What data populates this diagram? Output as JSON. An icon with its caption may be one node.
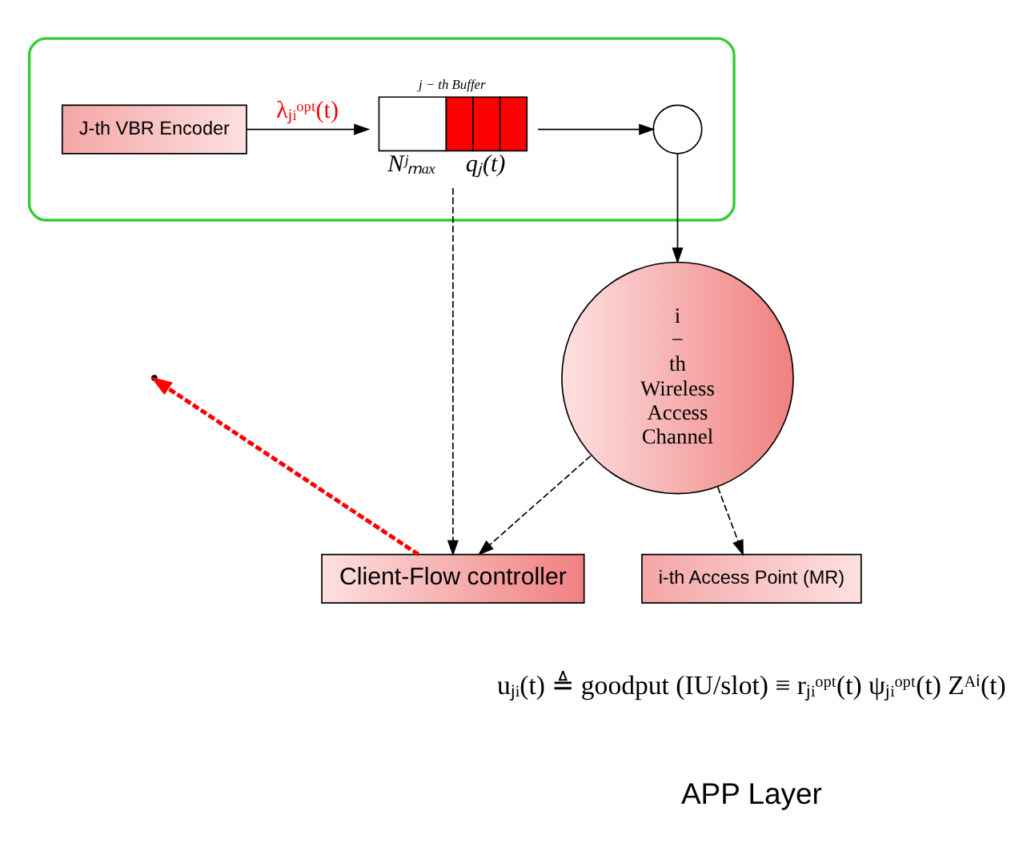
{
  "diagram": {
    "nodes": [
      {
        "text": [],
        "shape": "ellipse"
      },
      {
        "text": [
          "J-th VBR Encoder"
        ],
        "in": 0
      },
      {
        "text": [
          "j − th Buffer"
        ],
        "beside": [
          "Nʲₘₐₓ",
          "qⱼ(t)"
        ],
        "in": 0
      },
      {
        "text": [],
        "shape": "circle",
        "in": 0
      },
      {
        "text": [
          "i − th Wireless Access Channel"
        ]
      },
      {
        "text": [
          "Client-Flow controller"
        ]
      },
      {
        "text": [
          "i-th Access Point (MR)"
        ]
      }
    ],
    "edges": [
      {
        "from": 1,
        "to": 2,
        "arrow": "to",
        "label": "λⱼᵢᵒᵖᵗ(t)"
      },
      {
        "from": 2,
        "to": 3,
        "arrow": "to"
      },
      {
        "from": 3,
        "to": 4,
        "arrow": "to"
      },
      {
        "from": 2,
        "to": 5,
        "arrow": "to",
        "style": "dashed"
      },
      {
        "from": 5,
        "to": null,
        "arrow": "to",
        "style": "dashed",
        "color": "#ff0000"
      },
      {
        "from": 4,
        "to": 6,
        "arrow": "to",
        "style": "dashed"
      },
      {
        "from": 4,
        "to": 5,
        "arrow": "to",
        "style": "dashed"
      }
    ],
    "labels": [
      "uⱼᵢ(t) ≜ goodput (IU/slot) ≡ rⱼᵢᵒᵖᵗ(t) ψⱼᵢᵒᵖᵗ(t) Zᴬⁱ(t)",
      "APP Layer"
    ]
  }
}
